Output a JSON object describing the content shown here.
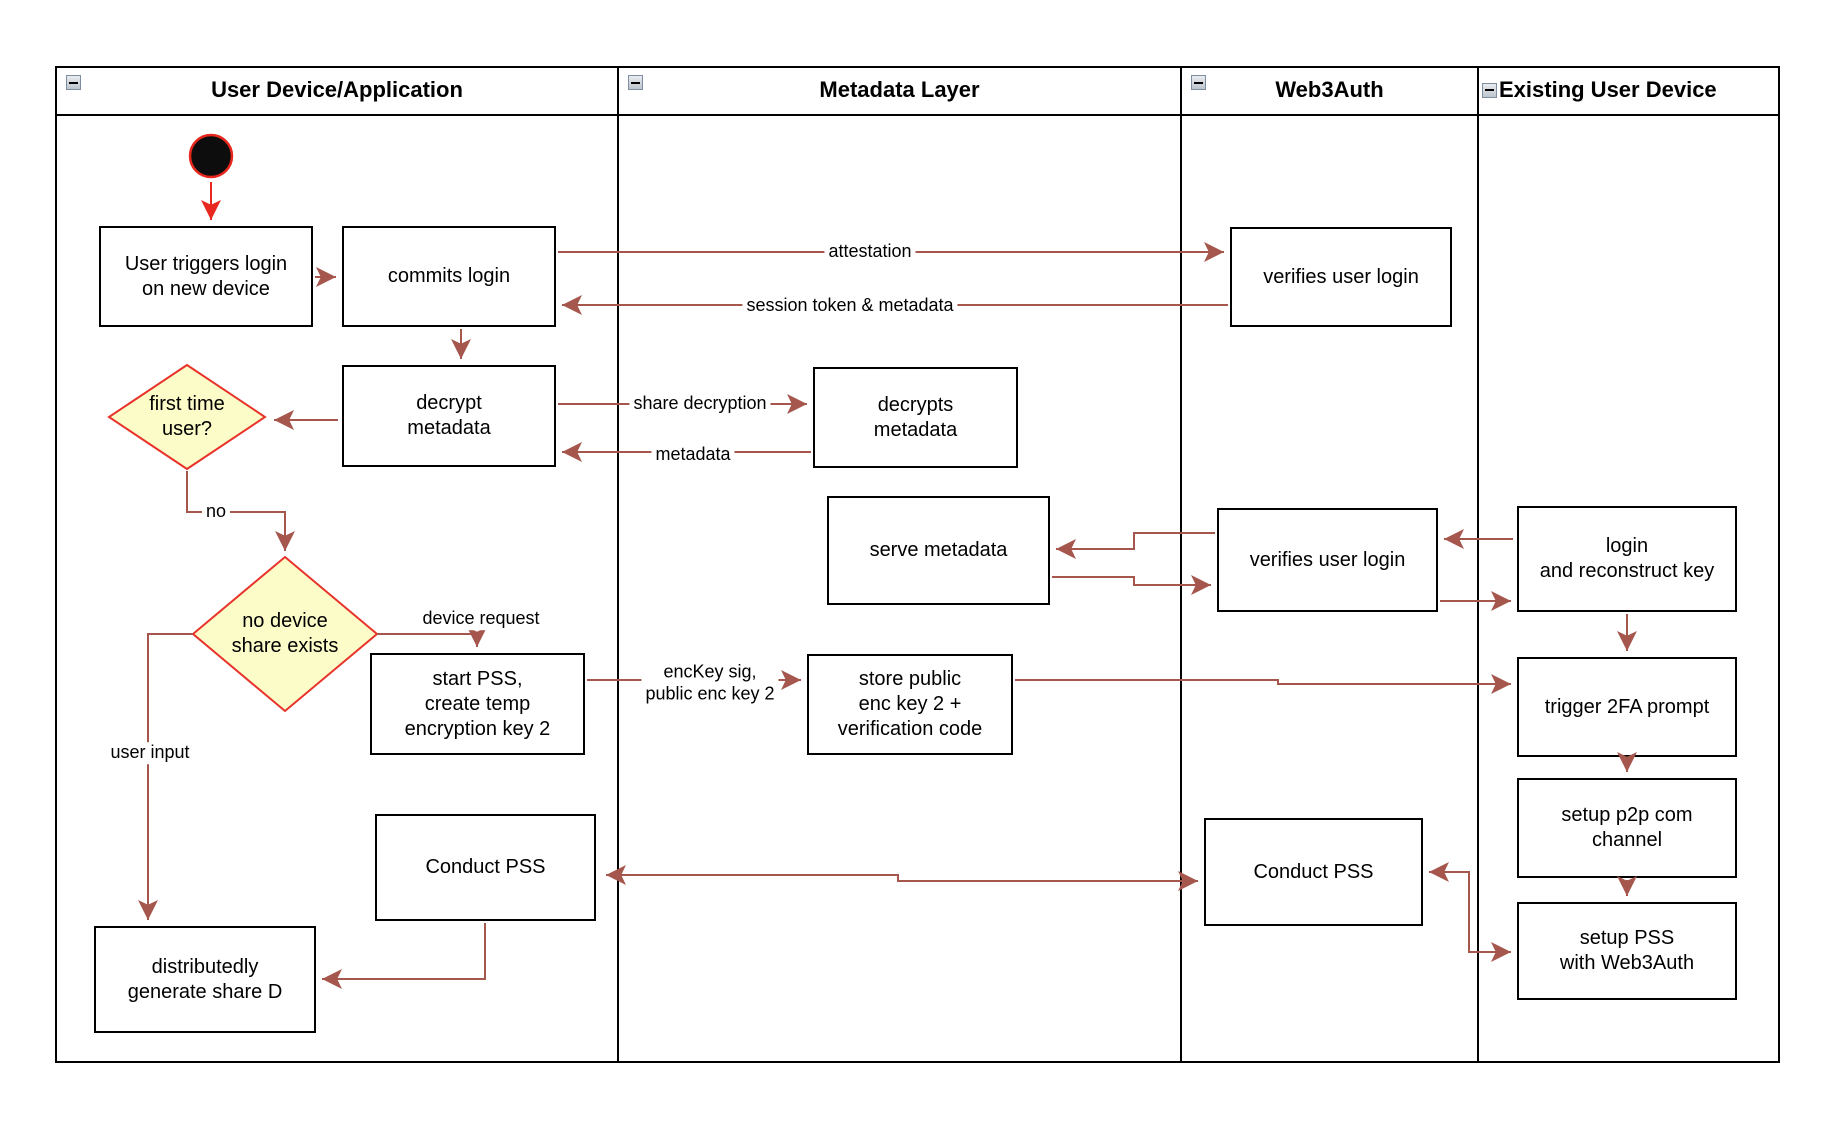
{
  "lanes": [
    {
      "title": "User Device/Application"
    },
    {
      "title": "Metadata Layer"
    },
    {
      "title": "Web3Auth"
    },
    {
      "title": "Existing User Device"
    }
  ],
  "nodes": {
    "start": {
      "type": "initial-node"
    },
    "user_triggers_login": {
      "label": "User triggers login\non new device"
    },
    "commits_login": {
      "label": "commits login"
    },
    "decrypt_metadata": {
      "label": "decrypt\nmetadata"
    },
    "first_time_user": {
      "label": "first time\nuser?"
    },
    "no_device_share": {
      "label": "no device\nshare exists"
    },
    "start_pss": {
      "label": "start PSS,\ncreate temp\nencryption key 2"
    },
    "conduct_pss_user": {
      "label": "Conduct PSS"
    },
    "distributedly_generate": {
      "label": "distributedly\ngenerate share D"
    },
    "decrypts_metadata": {
      "label": "decrypts\nmetadata"
    },
    "serve_metadata": {
      "label": "serve metadata"
    },
    "store_public_enc_key": {
      "label": "store public\nenc key 2 +\nverification code"
    },
    "verifies_user_login_1": {
      "label": "verifies user login"
    },
    "verifies_user_login_2": {
      "label": "verifies user login"
    },
    "conduct_pss_web3auth": {
      "label": "Conduct PSS"
    },
    "login_and_reconstruct_key": {
      "label": "login\nand reconstruct key"
    },
    "trigger_2fa_prompt": {
      "label": "trigger 2FA prompt"
    },
    "setup_p2p_com_channel": {
      "label": "setup p2p com\nchannel"
    },
    "setup_pss_with_web3auth": {
      "label": "setup PSS\nwith Web3Auth"
    }
  },
  "edge_labels": {
    "attestation": "attestation",
    "session_token": "session token & metadata",
    "share_decryption": "share decryption",
    "metadata": "metadata",
    "no": "no",
    "device_request": "device request",
    "user_input": "user input",
    "enckey": "encKey sig,\npublic enc key 2"
  },
  "edges": [
    {
      "from": "start",
      "to": "user_triggers_login",
      "label": ""
    },
    {
      "from": "user_triggers_login",
      "to": "commits_login",
      "label": ""
    },
    {
      "from": "commits_login",
      "to": "verifies_user_login_1",
      "label": "attestation"
    },
    {
      "from": "verifies_user_login_1",
      "to": "commits_login",
      "label": "session token & metadata"
    },
    {
      "from": "commits_login",
      "to": "decrypt_metadata",
      "label": ""
    },
    {
      "from": "decrypt_metadata",
      "to": "decrypts_metadata",
      "label": "share decryption"
    },
    {
      "from": "decrypts_metadata",
      "to": "decrypt_metadata",
      "label": "metadata"
    },
    {
      "from": "decrypt_metadata",
      "to": "first_time_user",
      "label": ""
    },
    {
      "from": "first_time_user",
      "to": "no_device_share",
      "label": "no"
    },
    {
      "from": "no_device_share",
      "to": "start_pss",
      "label": "device request"
    },
    {
      "from": "no_device_share",
      "to": "distributedly_generate",
      "label": "user input"
    },
    {
      "from": "start_pss",
      "to": "store_public_enc_key",
      "label": "encKey sig,\npublic enc key 2"
    },
    {
      "from": "store_public_enc_key",
      "to": "trigger_2fa_prompt",
      "label": ""
    },
    {
      "from": "verifies_user_login_2",
      "to": "serve_metadata",
      "label": ""
    },
    {
      "from": "serve_metadata",
      "to": "verifies_user_login_2",
      "label": ""
    },
    {
      "from": "login_and_reconstruct_key",
      "to": "verifies_user_login_2",
      "label": ""
    },
    {
      "from": "verifies_user_login_2",
      "to": "login_and_reconstruct_key",
      "label": ""
    },
    {
      "from": "login_and_reconstruct_key",
      "to": "trigger_2fa_prompt",
      "label": ""
    },
    {
      "from": "trigger_2fa_prompt",
      "to": "setup_p2p_com_channel",
      "label": ""
    },
    {
      "from": "setup_p2p_com_channel",
      "to": "setup_pss_with_web3auth",
      "label": ""
    },
    {
      "from": "conduct_pss_web3auth",
      "to": "conduct_pss_user",
      "label": ""
    },
    {
      "from": "conduct_pss_user",
      "to": "conduct_pss_web3auth",
      "label": ""
    },
    {
      "from": "setup_pss_with_web3auth",
      "to": "conduct_pss_web3auth",
      "label": ""
    },
    {
      "from": "conduct_pss_web3auth",
      "to": "setup_pss_with_web3auth",
      "label": ""
    },
    {
      "from": "conduct_pss_user",
      "to": "distributedly_generate",
      "label": ""
    }
  ],
  "colors": {
    "arrow": "#A5574D",
    "start_arrow": "#E8281E",
    "decision_fill": "#FCFCC9",
    "decision_border": "#E8332A",
    "node_border": "#000000",
    "node_fill": "#FFFFFF",
    "lane_border": "#000000"
  }
}
